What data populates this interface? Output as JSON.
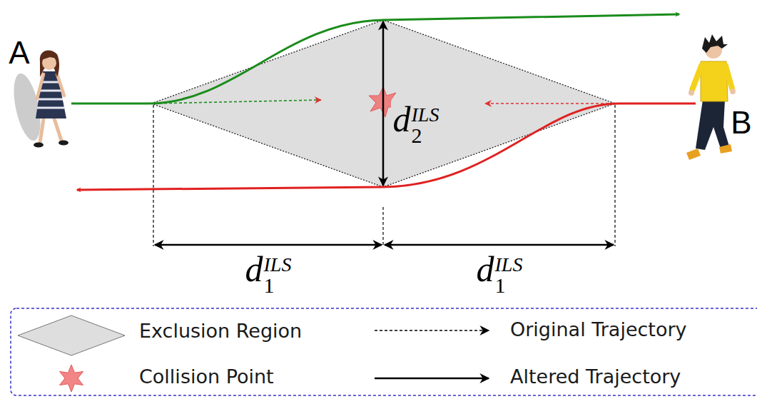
{
  "diagram": {
    "labels": [
      "A",
      "B",
      "d2ILS",
      "d1ILS",
      "d1ILS"
    ],
    "legend": [
      {
        "text": "Exclusion Region"
      },
      {
        "text": "Collision Point"
      },
      {
        "text": "Original Trajectory"
      },
      {
        "text": "Altered Trajectory"
      }
    ]
  }
}
